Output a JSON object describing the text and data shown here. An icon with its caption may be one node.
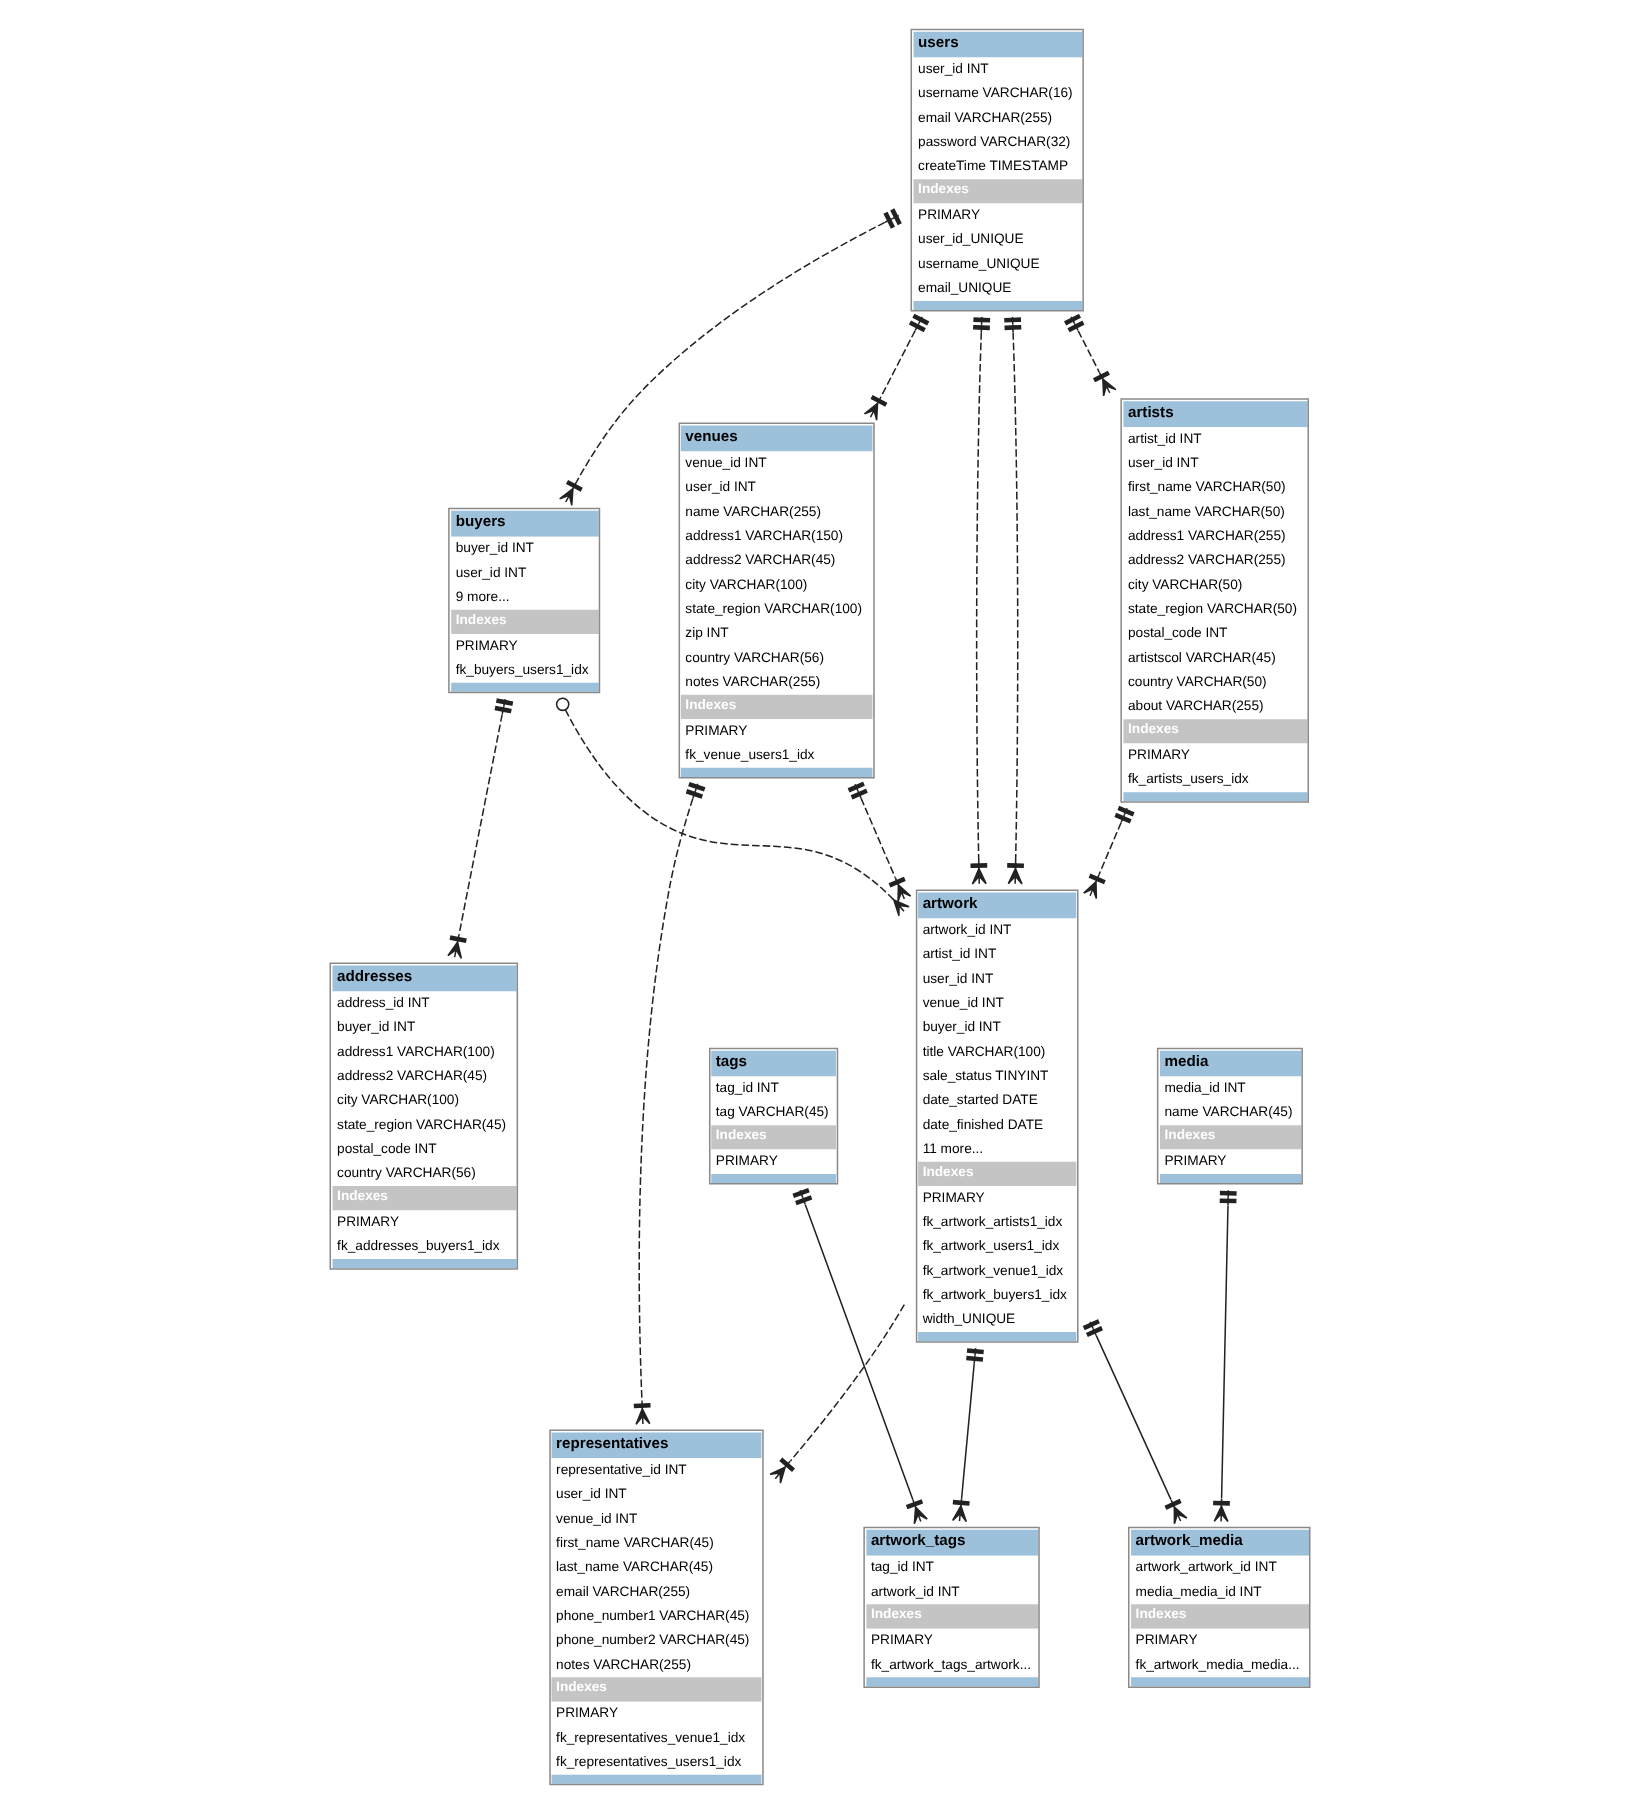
{
  "diagram": {
    "nodes": [
      {
        "text": [
          "users",
          "user_id INT",
          "username VARCHAR(16)",
          "email VARCHAR(255)",
          "password VARCHAR(32)",
          "createTime TIMESTAMP",
          "Indexes",
          "PRIMARY",
          "user_id_UNIQUE",
          "username_UNIQUE",
          "email_UNIQUE"
        ]
      },
      {
        "text": [
          "buyers",
          "buyer_id INT",
          "user_id INT",
          "9 more...",
          "Indexes",
          "PRIMARY",
          "fk_buyers_users1_idx"
        ]
      },
      {
        "text": [
          "artists",
          "artist_id INT",
          "user_id INT",
          "first_name VARCHAR(50)",
          "last_name VARCHAR(50)",
          "address1 VARCHAR(255)",
          "address2 VARCHAR(255)",
          "city VARCHAR(50)",
          "state_region VARCHAR(50)",
          "postal_code INT",
          "artistscol VARCHAR(45)",
          "country VARCHAR(50)",
          "about VARCHAR(255)",
          "Indexes",
          "PRIMARY",
          "fk_artists_users_idx"
        ]
      },
      {
        "text": [
          "addresses",
          "address_id INT",
          "buyer_id INT",
          "address1 VARCHAR(100)",
          "address2 VARCHAR(45)",
          "city VARCHAR(100)",
          "state_region VARCHAR(45)",
          "postal_code INT",
          "country VARCHAR(56)",
          "Indexes",
          "PRIMARY",
          "fk_addresses_buyers1_idx"
        ]
      },
      {
        "text": [
          "venues",
          "venue_id INT",
          "user_id INT",
          "name VARCHAR(255)",
          "address1 VARCHAR(150)",
          "address2 VARCHAR(45)",
          "city VARCHAR(100)",
          "state_region VARCHAR(100)",
          "zip INT",
          "country VARCHAR(56)",
          "notes VARCHAR(255)",
          "Indexes",
          "PRIMARY",
          "fk_venue_users1_idx"
        ]
      },
      {
        "text": [
          "artwork",
          "artwork_id INT",
          "artist_id INT",
          "user_id INT",
          "venue_id INT",
          "buyer_id INT",
          "title VARCHAR(100)",
          "sale_status TINYINT",
          "date_started DATE",
          "date_finished DATE",
          "11 more...",
          "Indexes",
          "PRIMARY",
          "fk_artwork_artists1_idx",
          "fk_artwork_users1_idx",
          "fk_artwork_venue1_idx",
          "fk_artwork_buyers1_idx",
          "width_UNIQUE"
        ]
      },
      {
        "text": [
          "representatives",
          "representative_id INT",
          "user_id INT",
          "venue_id INT",
          "first_name VARCHAR(45)",
          "last_name VARCHAR(45)",
          "email VARCHAR(255)",
          "phone_number1 VARCHAR(45)",
          "phone_number2 VARCHAR(45)",
          "notes VARCHAR(255)",
          "Indexes",
          "PRIMARY",
          "fk_representatives_venue1_idx",
          "fk_representatives_users1_idx"
        ]
      },
      {
        "text": [
          "tags",
          "tag_id INT",
          "tag VARCHAR(45)",
          "Indexes",
          "PRIMARY"
        ]
      },
      {
        "text": [
          "media",
          "media_id INT",
          "name VARCHAR(45)",
          "Indexes",
          "PRIMARY"
        ]
      },
      {
        "text": [
          "artwork_tags",
          "tag_id INT",
          "artwork_id INT",
          "Indexes",
          "PRIMARY",
          "fk_artwork_tags_artwork..."
        ]
      },
      {
        "text": [
          "artwork_media",
          "artwork_artwork_id INT",
          "media_media_id INT",
          "Indexes",
          "PRIMARY",
          "fk_artwork_media_media..."
        ]
      }
    ],
    "edges": [
      {
        "from": 0,
        "to": 2,
        "arrow": "other",
        "style": "dashed"
      },
      {
        "from": 0,
        "to": 1,
        "arrow": "other",
        "style": "dashed"
      },
      {
        "from": 0,
        "to": 4,
        "arrow": "other",
        "style": "dashed"
      },
      {
        "from": 0,
        "to": 5,
        "arrow": "other",
        "style": "dashed"
      },
      {
        "from": 0,
        "to": 5,
        "arrow": "other",
        "style": "dashed"
      },
      {
        "from": 1,
        "to": 3,
        "arrow": "other",
        "style": "dashed"
      },
      {
        "from": 1,
        "to": 5,
        "arrow": "other",
        "style": "dashed"
      },
      {
        "from": 2,
        "to": 5,
        "arrow": "other",
        "style": "dashed"
      },
      {
        "from": 4,
        "to": 5,
        "arrow": "other",
        "style": "dashed"
      },
      {
        "from": 4,
        "to": 6,
        "arrow": "other",
        "style": "dashed"
      },
      {
        "from": 5,
        "to": 6,
        "arrow": "other",
        "style": "dashed"
      },
      {
        "from": 5,
        "to": 10,
        "arrow": "other"
      },
      {
        "from": 7,
        "to": 9,
        "arrow": "other"
      },
      {
        "from": 5,
        "to": 9,
        "arrow": "other"
      },
      {
        "from": 8,
        "to": 10,
        "arrow": "other"
      }
    ]
  }
}
